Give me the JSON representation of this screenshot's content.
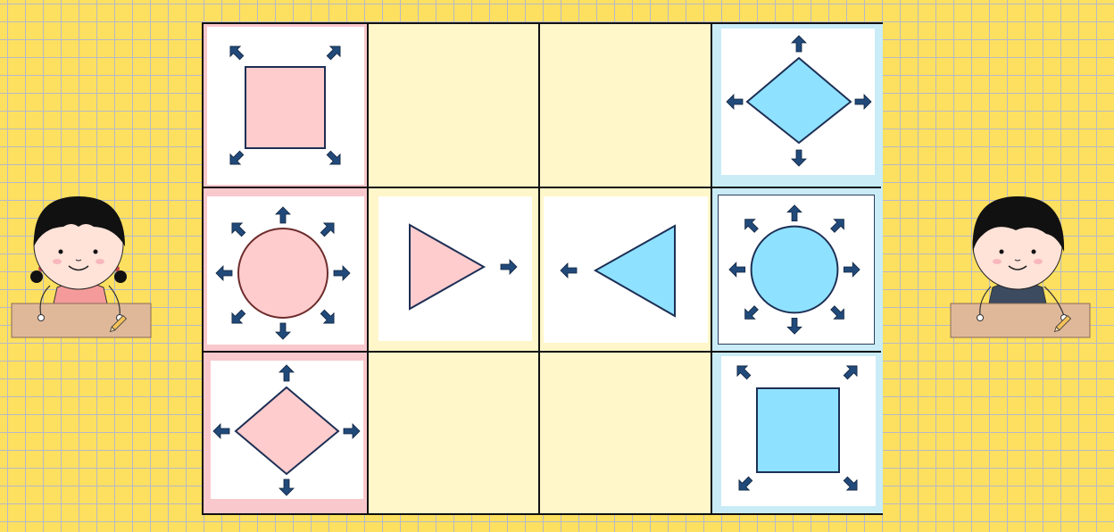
{
  "colors": {
    "background": "#fde05f",
    "grid_line": "#b8b8c8",
    "board_cell": "#fff6c9",
    "pink_zone": "#f9c8cc",
    "blue_zone": "#c9ecf7",
    "pink_shape": "#ffcccd",
    "blue_shape": "#8fe2ff",
    "arrow": "#214a7a",
    "outline": "#1d2f55"
  },
  "board": {
    "rows": 3,
    "cols": 4,
    "cells": [
      {
        "row": 0,
        "col": 0,
        "team": "pink",
        "shape": "square",
        "arrows": "diagonal-out"
      },
      {
        "row": 0,
        "col": 1,
        "team": null,
        "shape": null
      },
      {
        "row": 0,
        "col": 2,
        "team": null,
        "shape": null
      },
      {
        "row": 0,
        "col": 3,
        "team": "blue",
        "shape": "diamond",
        "arrows": "orthogonal-out"
      },
      {
        "row": 1,
        "col": 0,
        "team": "pink",
        "shape": "circle",
        "arrows": "all-eight"
      },
      {
        "row": 1,
        "col": 1,
        "team": "pink",
        "shape": "triangle-right",
        "arrows": "right"
      },
      {
        "row": 1,
        "col": 2,
        "team": "blue",
        "shape": "triangle-left",
        "arrows": "left"
      },
      {
        "row": 1,
        "col": 3,
        "team": "blue",
        "shape": "circle",
        "arrows": "all-eight"
      },
      {
        "row": 2,
        "col": 0,
        "team": "pink",
        "shape": "diamond",
        "arrows": "orthogonal-out"
      },
      {
        "row": 2,
        "col": 1,
        "team": null,
        "shape": null
      },
      {
        "row": 2,
        "col": 2,
        "team": null,
        "shape": null
      },
      {
        "row": 2,
        "col": 3,
        "team": "blue",
        "shape": "square",
        "arrows": "diagonal-out"
      }
    ]
  },
  "players": [
    {
      "side": "left",
      "character": "girl",
      "shirt_color": "#f59a9a",
      "desk_color": "#dfb89a"
    },
    {
      "side": "right",
      "character": "boy",
      "shirt_color": "#3c4b60",
      "desk_color": "#dfb89a"
    }
  ]
}
